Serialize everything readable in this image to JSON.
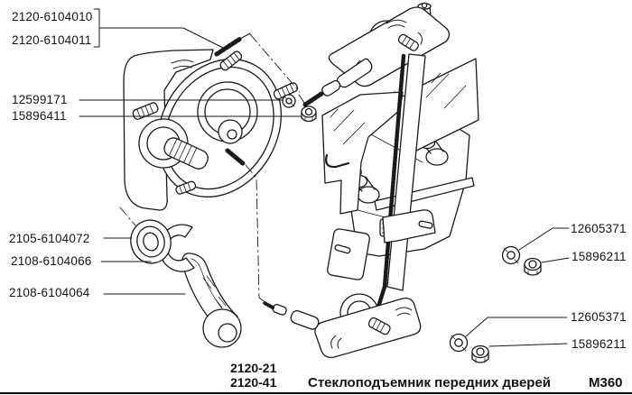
{
  "figure": {
    "caption_codes": [
      "2120-21",
      "2120-41"
    ],
    "caption_title": "Стеклоподъемник передних дверей",
    "caption_sheet": "М360"
  },
  "labels": [
    "2120-6104010",
    "2120-6104011",
    "12599171",
    "15896411",
    "2105-6104072",
    "2108-6104066",
    "2108-6104064",
    "12605371",
    "15896211",
    "12605371",
    "15896211"
  ],
  "colors": {
    "ink": "#1a1a1a",
    "paper": "#ffffff"
  }
}
